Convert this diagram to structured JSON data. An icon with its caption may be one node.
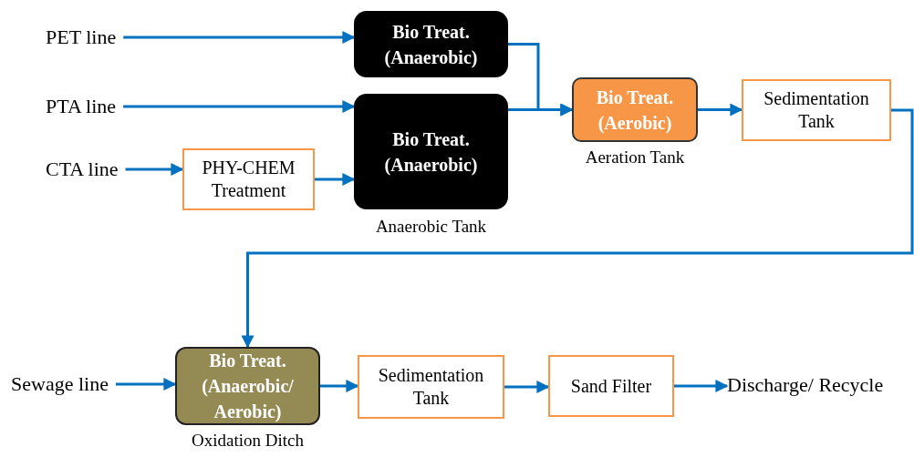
{
  "diagram": {
    "nodes": [
      {
        "text": [
          "PET line"
        ]
      },
      {
        "text": [
          "PTA line"
        ]
      },
      {
        "text": [
          "CTA line"
        ]
      },
      {
        "text": [
          "PHY-CHEM Treatment"
        ]
      },
      {
        "text": [
          "Bio Treat. (Anaerobic)"
        ]
      },
      {
        "text": [
          "Bio Treat. (Anaerobic)"
        ],
        "beside": [
          "Anaerobic Tank"
        ]
      },
      {
        "text": [
          "Bio Treat. (Aerobic)"
        ],
        "beside": [
          "Aeration Tank"
        ]
      },
      {
        "text": [
          "Sedimentation Tank"
        ]
      },
      {
        "text": [
          "Sewage line"
        ]
      },
      {
        "text": [
          "Bio Treat. (Anaerobic/ Aerobic)"
        ],
        "beside": [
          "Oxidation Ditch"
        ]
      },
      {
        "text": [
          "Sedimentation Tank"
        ]
      },
      {
        "text": [
          "Sand Filter"
        ]
      },
      {
        "text": [
          "Discharge/ Recycle"
        ]
      }
    ],
    "edges": [
      {
        "from": 0,
        "to": 4,
        "arrow": "to"
      },
      {
        "from": 1,
        "to": 5,
        "arrow": "to"
      },
      {
        "from": 2,
        "to": 3,
        "arrow": "to"
      },
      {
        "from": 3,
        "to": 5,
        "arrow": "to"
      },
      {
        "from": 4,
        "to": 6,
        "arrow": "to"
      },
      {
        "from": 5,
        "to": 6,
        "arrow": "to"
      },
      {
        "from": 6,
        "to": 7,
        "arrow": "to"
      },
      {
        "from": 7,
        "to": 9,
        "arrow": "to"
      },
      {
        "from": 8,
        "to": 9,
        "arrow": "to"
      },
      {
        "from": 9,
        "to": 10,
        "arrow": "to"
      },
      {
        "from": 10,
        "to": 11,
        "arrow": "to"
      },
      {
        "from": 11,
        "to": 12,
        "arrow": "to"
      }
    ]
  }
}
